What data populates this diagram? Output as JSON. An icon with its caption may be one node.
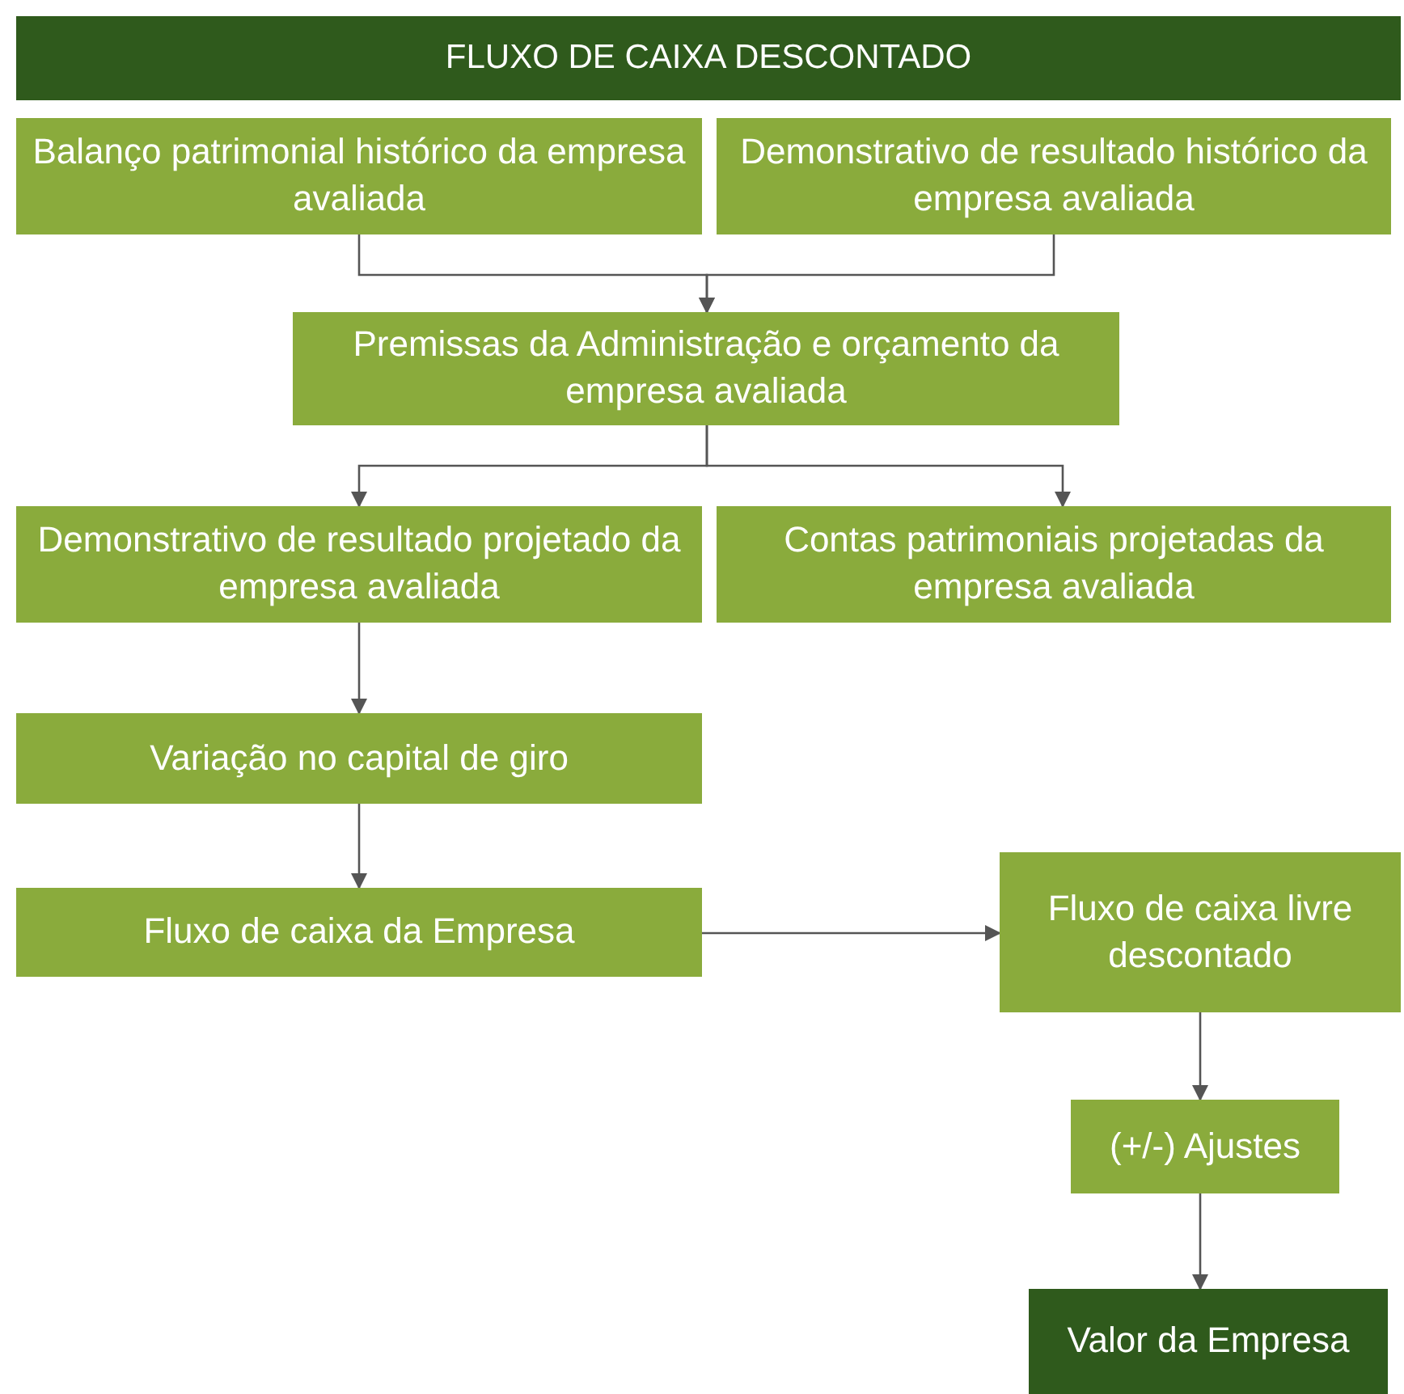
{
  "diagram": {
    "title": "FLUXO DE CAIXA DESCONTADO",
    "nodes": [
      {
        "text": [
          "Balanço patrimonial histórico da empresa avaliada"
        ]
      },
      {
        "text": [
          "Demonstrativo de resultado histórico da empresa avaliada"
        ]
      },
      {
        "text": [
          "Premissas da Administração e orçamento da empresa avaliada"
        ]
      },
      {
        "text": [
          "Demonstrativo de resultado projetado da empresa avaliada"
        ]
      },
      {
        "text": [
          "Contas patrimoniais projetadas da empresa avaliada"
        ]
      },
      {
        "text": [
          "Variação no capital de giro"
        ]
      },
      {
        "text": [
          "Fluxo de caixa da Empresa"
        ]
      },
      {
        "text": [
          "Fluxo de caixa livre descontado"
        ]
      },
      {
        "text": [
          "(+/-) Ajustes"
        ]
      },
      {
        "text": [
          "Valor da Empresa"
        ]
      }
    ],
    "edges": [
      {
        "from": 0,
        "to": 2,
        "arrow": "to"
      },
      {
        "from": 1,
        "to": 2,
        "arrow": "to"
      },
      {
        "from": 2,
        "to": 3,
        "arrow": "to"
      },
      {
        "from": 2,
        "to": 4,
        "arrow": "to"
      },
      {
        "from": 3,
        "to": 5,
        "arrow": "to"
      },
      {
        "from": 5,
        "to": 6,
        "arrow": "to"
      },
      {
        "from": 6,
        "to": 7,
        "arrow": "to"
      },
      {
        "from": 7,
        "to": 8,
        "arrow": "to"
      },
      {
        "from": 8,
        "to": 9,
        "arrow": "to"
      }
    ]
  }
}
